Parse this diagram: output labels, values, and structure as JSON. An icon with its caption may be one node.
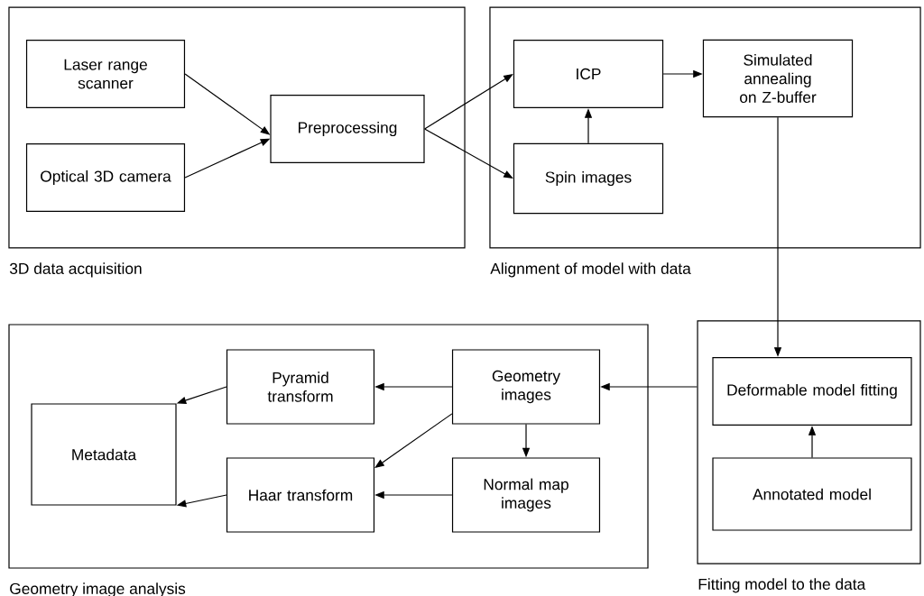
{
  "diagram": {
    "nodes": [
      {
        "text": [
          "3D data acquisition"
        ]
      },
      {
        "text": [
          "Laser range scanner"
        ],
        "in": 0
      },
      {
        "text": [
          "Optical 3D camera"
        ],
        "in": 0
      },
      {
        "text": [
          "Preprocessing"
        ],
        "in": 0
      },
      {
        "text": [
          "Alignment of model with data"
        ]
      },
      {
        "text": [
          "ICP"
        ],
        "in": 4
      },
      {
        "text": [
          "Simulated annealing on Z-buffer"
        ],
        "in": 4
      },
      {
        "text": [
          "Spin images"
        ],
        "in": 4
      },
      {
        "text": [
          "Geometry image analysis"
        ]
      },
      {
        "text": [
          "Pyramid transform"
        ],
        "in": 8
      },
      {
        "text": [
          "Metadata"
        ],
        "in": 8
      },
      {
        "text": [
          "Geometry images"
        ],
        "in": 8
      },
      {
        "text": [
          "Haar transform"
        ],
        "in": 8
      },
      {
        "text": [
          "Normal map images"
        ],
        "in": 8
      },
      {
        "text": [
          "Fitting model to the data"
        ]
      },
      {
        "text": [
          "Deformable model fitting"
        ],
        "in": 14
      },
      {
        "text": [
          "Annotated model"
        ],
        "in": 14
      }
    ],
    "edges": [
      {
        "from": 1,
        "to": 3,
        "arrow": "to"
      },
      {
        "from": 2,
        "to": 3,
        "arrow": "to"
      },
      {
        "from": 3,
        "to": 5,
        "arrow": "to"
      },
      {
        "from": 3,
        "to": 7,
        "arrow": "to"
      },
      {
        "from": 7,
        "to": 5,
        "arrow": "to"
      },
      {
        "from": 5,
        "to": 6,
        "arrow": "to"
      },
      {
        "from": 6,
        "to": 15,
        "arrow": "to"
      },
      {
        "from": 16,
        "to": 15,
        "arrow": "to"
      },
      {
        "from": 14,
        "to": 11,
        "arrow": "to"
      },
      {
        "from": 11,
        "to": 9,
        "arrow": "to"
      },
      {
        "from": 11,
        "to": 12,
        "arrow": "to"
      },
      {
        "from": 11,
        "to": 13,
        "arrow": "to"
      },
      {
        "from": 13,
        "to": 12,
        "arrow": "to"
      },
      {
        "from": 9,
        "to": 10,
        "arrow": "to"
      },
      {
        "from": 12,
        "to": 10,
        "arrow": "to"
      }
    ]
  }
}
